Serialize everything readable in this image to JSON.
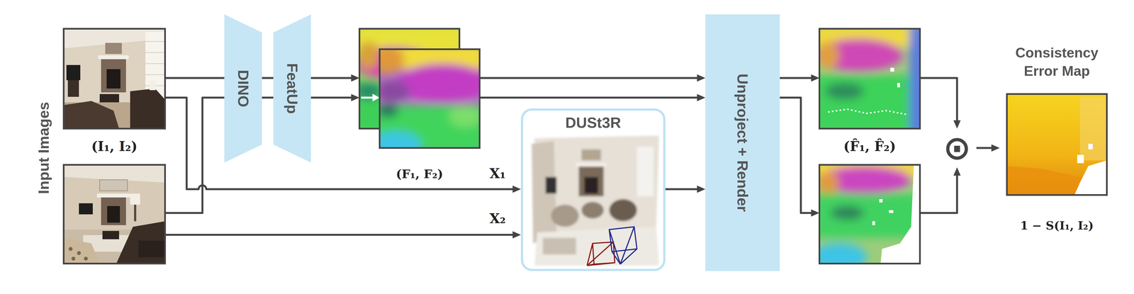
{
  "diagram": {
    "nodes": [
      {
        "text": [
          "(I₁, I₂)"
        ]
      },
      {
        "text": [
          "DINO"
        ]
      },
      {
        "text": [
          "FeatUp"
        ]
      },
      {
        "text": [
          "(F₁, F₂)"
        ]
      },
      {
        "text": [
          "DUSt3R"
        ]
      },
      {
        "text": [
          "Unproject + Render"
        ]
      },
      {
        "text": [
          "(F̂₁, F̂₂)"
        ]
      },
      {
        "text": [
          "⊙"
        ]
      },
      {
        "text": [
          "Consistency Error Map",
          "1 − S(I₁, I₂)"
        ]
      }
    ],
    "edges": [
      {
        "from": 0,
        "to": 1,
        "arrow": "none"
      },
      {
        "from": 0,
        "to": 1,
        "arrow": "none"
      },
      {
        "from": 0,
        "to": 4,
        "arrow": "to",
        "label": "X₁"
      },
      {
        "from": 0,
        "to": 4,
        "arrow": "to",
        "label": "X₂"
      },
      {
        "from": 1,
        "to": 2,
        "arrow": "none"
      },
      {
        "from": 1,
        "to": 2,
        "arrow": "none"
      },
      {
        "from": 2,
        "to": 3,
        "arrow": "to"
      },
      {
        "from": 2,
        "to": 3,
        "arrow": "to"
      },
      {
        "from": 3,
        "to": 5,
        "arrow": "to"
      },
      {
        "from": 3,
        "to": 5,
        "arrow": "to"
      },
      {
        "from": 4,
        "to": 5,
        "arrow": "to"
      },
      {
        "from": 5,
        "to": 6,
        "arrow": "to"
      },
      {
        "from": 5,
        "to": 6,
        "arrow": "to"
      },
      {
        "from": 6,
        "to": 7,
        "arrow": "to"
      },
      {
        "from": 6,
        "to": 7,
        "arrow": "to"
      },
      {
        "from": 7,
        "to": 8,
        "arrow": "to"
      }
    ],
    "labels": [
      "Input Images"
    ]
  }
}
